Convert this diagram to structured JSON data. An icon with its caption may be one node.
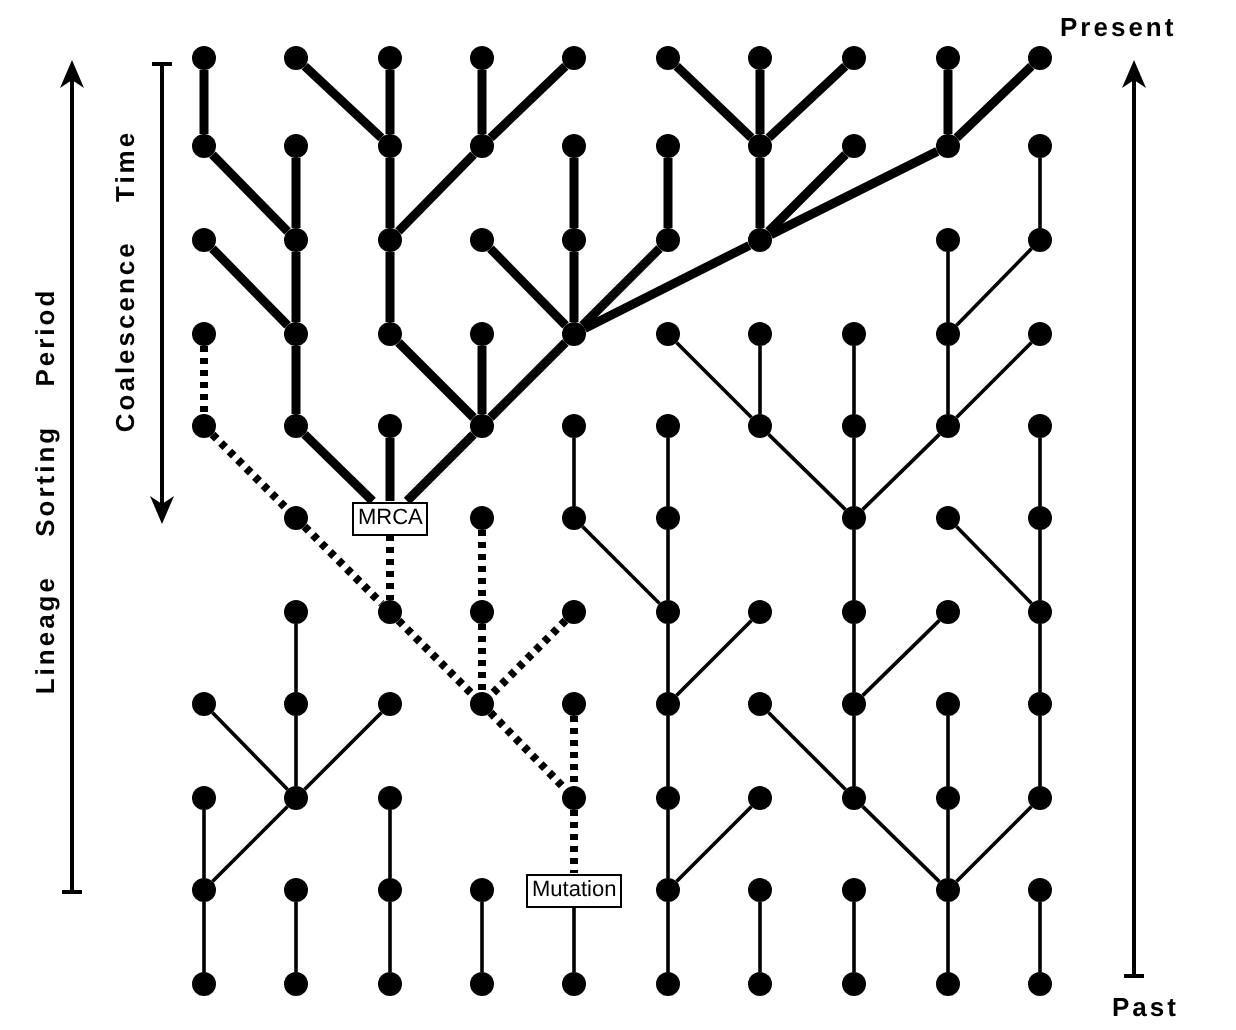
{
  "diagram": {
    "nodes": [
      {
        "text": [],
        "shape": "circle"
      },
      {
        "text": [],
        "shape": "circle"
      },
      {
        "text": [],
        "shape": "circle"
      },
      {
        "text": [],
        "shape": "circle"
      },
      {
        "text": [],
        "shape": "circle"
      },
      {
        "text": [],
        "shape": "circle"
      },
      {
        "text": [],
        "shape": "circle"
      },
      {
        "text": [],
        "shape": "circle"
      },
      {
        "text": [],
        "shape": "circle"
      },
      {
        "text": [],
        "shape": "circle"
      },
      {
        "text": [],
        "shape": "circle"
      },
      {
        "text": [],
        "shape": "circle"
      },
      {
        "text": [],
        "shape": "circle"
      },
      {
        "text": [],
        "shape": "circle"
      },
      {
        "text": [],
        "shape": "circle"
      },
      {
        "text": [],
        "shape": "circle"
      },
      {
        "text": [],
        "shape": "circle"
      },
      {
        "text": [],
        "shape": "circle"
      },
      {
        "text": [],
        "shape": "circle"
      },
      {
        "text": [],
        "shape": "circle"
      },
      {
        "text": [],
        "shape": "circle"
      },
      {
        "text": [],
        "shape": "circle"
      },
      {
        "text": [],
        "shape": "circle"
      },
      {
        "text": [],
        "shape": "circle"
      },
      {
        "text": [],
        "shape": "circle"
      },
      {
        "text": [],
        "shape": "circle"
      },
      {
        "text": [],
        "shape": "circle"
      },
      {
        "text": [],
        "shape": "circle"
      },
      {
        "text": [],
        "shape": "circle"
      },
      {
        "text": [],
        "shape": "circle"
      },
      {
        "text": [],
        "shape": "circle"
      },
      {
        "text": [],
        "shape": "circle"
      },
      {
        "text": [],
        "shape": "circle"
      },
      {
        "text": [],
        "shape": "circle"
      },
      {
        "text": [],
        "shape": "circle"
      },
      {
        "text": [],
        "shape": "circle"
      },
      {
        "text": [],
        "shape": "circle"
      },
      {
        "text": [],
        "shape": "circle"
      },
      {
        "text": [],
        "shape": "circle"
      },
      {
        "text": [],
        "shape": "circle"
      },
      {
        "text": [],
        "shape": "circle"
      },
      {
        "text": [],
        "shape": "circle"
      },
      {
        "text": [],
        "shape": "circle"
      },
      {
        "text": [],
        "shape": "circle"
      },
      {
        "text": [],
        "shape": "circle"
      },
      {
        "text": [],
        "shape": "circle"
      },
      {
        "text": [],
        "shape": "circle"
      },
      {
        "text": [],
        "shape": "circle"
      },
      {
        "text": [],
        "shape": "circle"
      },
      {
        "text": [],
        "shape": "circle"
      },
      {
        "text": [
          "MRCA"
        ]
      },
      {
        "text": [],
        "shape": "circle"
      },
      {
        "text": [],
        "shape": "circle"
      },
      {
        "text": [],
        "shape": "circle"
      },
      {
        "text": [],
        "shape": "circle"
      },
      {
        "text": [],
        "shape": "circle"
      },
      {
        "text": [],
        "shape": "circle"
      },
      {
        "text": [],
        "shape": "circle"
      },
      {
        "text": [],
        "shape": "circle"
      },
      {
        "text": [],
        "shape": "circle"
      },
      {
        "text": [],
        "shape": "circle"
      },
      {
        "text": [],
        "shape": "circle"
      },
      {
        "text": [],
        "shape": "circle"
      },
      {
        "text": [],
        "shape": "circle"
      },
      {
        "text": [],
        "shape": "circle"
      },
      {
        "text": [],
        "shape": "circle"
      },
      {
        "text": [],
        "shape": "circle"
      },
      {
        "text": [],
        "shape": "circle"
      },
      {
        "text": [],
        "shape": "circle"
      },
      {
        "text": [],
        "shape": "circle"
      },
      {
        "text": [],
        "shape": "circle"
      },
      {
        "text": [],
        "shape": "circle"
      },
      {
        "text": [],
        "shape": "circle"
      },
      {
        "text": [],
        "shape": "circle"
      },
      {
        "text": [],
        "shape": "circle"
      },
      {
        "text": [],
        "shape": "circle"
      },
      {
        "text": [],
        "shape": "circle"
      },
      {
        "text": [],
        "shape": "circle"
      },
      {
        "text": [],
        "shape": "circle"
      },
      {
        "text": [],
        "shape": "circle"
      },
      {
        "text": [],
        "shape": "circle"
      },
      {
        "text": [],
        "shape": "circle"
      },
      {
        "text": [],
        "shape": "circle"
      },
      {
        "text": [],
        "shape": "circle"
      },
      {
        "text": [],
        "shape": "circle"
      },
      {
        "text": [],
        "shape": "circle"
      },
      {
        "text": [],
        "shape": "circle"
      },
      {
        "text": [],
        "shape": "circle"
      },
      {
        "text": [],
        "shape": "circle"
      },
      {
        "text": [
          "Mutation"
        ]
      },
      {
        "text": [],
        "shape": "circle"
      },
      {
        "text": [],
        "shape": "circle"
      },
      {
        "text": [],
        "shape": "circle"
      },
      {
        "text": [],
        "shape": "circle"
      },
      {
        "text": [],
        "shape": "circle"
      },
      {
        "text": [],
        "shape": "circle"
      },
      {
        "text": [],
        "shape": "circle"
      },
      {
        "text": [],
        "shape": "circle"
      },
      {
        "text": [],
        "shape": "circle"
      },
      {
        "text": [],
        "shape": "circle"
      },
      {
        "text": [],
        "shape": "circle"
      },
      {
        "text": [],
        "shape": "circle"
      },
      {
        "text": [],
        "shape": "circle"
      },
      {
        "text": [],
        "shape": "circle"
      },
      {
        "text": [],
        "shape": "circle"
      }
    ],
    "edges": [
      {
        "from": 0,
        "to": 10,
        "arrow": "none",
        "style": "thick"
      },
      {
        "from": 1,
        "to": 12,
        "arrow": "none",
        "style": "thick"
      },
      {
        "from": 2,
        "to": 12,
        "arrow": "none",
        "style": "thick"
      },
      {
        "from": 3,
        "to": 13,
        "arrow": "none",
        "style": "thick"
      },
      {
        "from": 4,
        "to": 13,
        "arrow": "none",
        "style": "thick"
      },
      {
        "from": 5,
        "to": 16,
        "arrow": "none",
        "style": "thick"
      },
      {
        "from": 6,
        "to": 16,
        "arrow": "none",
        "style": "thick"
      },
      {
        "from": 7,
        "to": 16,
        "arrow": "none",
        "style": "thick"
      },
      {
        "from": 8,
        "to": 18,
        "arrow": "none",
        "style": "thick"
      },
      {
        "from": 9,
        "to": 18,
        "arrow": "none",
        "style": "thick"
      },
      {
        "from": 10,
        "to": 21,
        "arrow": "none",
        "style": "thick"
      },
      {
        "from": 11,
        "to": 21,
        "arrow": "none",
        "style": "thick"
      },
      {
        "from": 12,
        "to": 22,
        "arrow": "none",
        "style": "thick"
      },
      {
        "from": 13,
        "to": 22,
        "arrow": "none",
        "style": "thick"
      },
      {
        "from": 14,
        "to": 24,
        "arrow": "none",
        "style": "thick"
      },
      {
        "from": 15,
        "to": 25,
        "arrow": "none",
        "style": "thick"
      },
      {
        "from": 16,
        "to": 26,
        "arrow": "none",
        "style": "thick"
      },
      {
        "from": 17,
        "to": 26,
        "arrow": "none",
        "style": "thick"
      },
      {
        "from": 18,
        "to": 26,
        "arrow": "none",
        "style": "thick"
      },
      {
        "from": 19,
        "to": 28,
        "arrow": "none"
      },
      {
        "from": 20,
        "to": 30,
        "arrow": "none",
        "style": "thick"
      },
      {
        "from": 21,
        "to": 30,
        "arrow": "none",
        "style": "thick"
      },
      {
        "from": 22,
        "to": 31,
        "arrow": "none",
        "style": "thick"
      },
      {
        "from": 23,
        "to": 33,
        "arrow": "none",
        "style": "thick"
      },
      {
        "from": 24,
        "to": 33,
        "arrow": "none",
        "style": "thick"
      },
      {
        "from": 25,
        "to": 33,
        "arrow": "none",
        "style": "thick"
      },
      {
        "from": 26,
        "to": 33,
        "arrow": "none",
        "style": "thick"
      },
      {
        "from": 27,
        "to": 37,
        "arrow": "none"
      },
      {
        "from": 28,
        "to": 37,
        "arrow": "none"
      },
      {
        "from": 29,
        "to": 39,
        "arrow": "none",
        "style": "dashed"
      },
      {
        "from": 30,
        "to": 40,
        "arrow": "none",
        "style": "thick"
      },
      {
        "from": 31,
        "to": 42,
        "arrow": "none",
        "style": "thick"
      },
      {
        "from": 32,
        "to": 42,
        "arrow": "none",
        "style": "thick"
      },
      {
        "from": 33,
        "to": 42,
        "arrow": "none",
        "style": "thick"
      },
      {
        "from": 34,
        "to": 45,
        "arrow": "none"
      },
      {
        "from": 35,
        "to": 45,
        "arrow": "none"
      },
      {
        "from": 36,
        "to": 46,
        "arrow": "none"
      },
      {
        "from": 37,
        "to": 47,
        "arrow": "none"
      },
      {
        "from": 38,
        "to": 47,
        "arrow": "none"
      },
      {
        "from": 39,
        "to": 49,
        "arrow": "none",
        "style": "dashed"
      },
      {
        "from": 40,
        "to": 50,
        "arrow": "none",
        "style": "thick"
      },
      {
        "from": 41,
        "to": 50,
        "arrow": "none",
        "style": "thick"
      },
      {
        "from": 42,
        "to": 50,
        "arrow": "none",
        "style": "thick"
      },
      {
        "from": 43,
        "to": 52,
        "arrow": "none"
      },
      {
        "from": 44,
        "to": 53,
        "arrow": "none"
      },
      {
        "from": 45,
        "to": 54,
        "arrow": "none"
      },
      {
        "from": 46,
        "to": 54,
        "arrow": "none"
      },
      {
        "from": 47,
        "to": 54,
        "arrow": "none"
      },
      {
        "from": 48,
        "to": 56,
        "arrow": "none"
      },
      {
        "from": 49,
        "to": 58,
        "arrow": "none",
        "style": "dashed"
      },
      {
        "from": 50,
        "to": 58,
        "arrow": "none",
        "style": "dashed"
      },
      {
        "from": 51,
        "to": 59,
        "arrow": "none",
        "style": "dashed"
      },
      {
        "from": 52,
        "to": 61,
        "arrow": "none"
      },
      {
        "from": 53,
        "to": 61,
        "arrow": "none"
      },
      {
        "from": 54,
        "to": 63,
        "arrow": "none"
      },
      {
        "from": 55,
        "to": 65,
        "arrow": "none"
      },
      {
        "from": 56,
        "to": 65,
        "arrow": "none"
      },
      {
        "from": 57,
        "to": 67,
        "arrow": "none"
      },
      {
        "from": 58,
        "to": 69,
        "arrow": "none",
        "style": "dashed"
      },
      {
        "from": 59,
        "to": 69,
        "arrow": "none",
        "style": "dashed"
      },
      {
        "from": 60,
        "to": 69,
        "arrow": "none",
        "style": "dashed"
      },
      {
        "from": 61,
        "to": 71,
        "arrow": "none"
      },
      {
        "from": 62,
        "to": 71,
        "arrow": "none"
      },
      {
        "from": 63,
        "to": 73,
        "arrow": "none"
      },
      {
        "from": 64,
        "to": 73,
        "arrow": "none"
      },
      {
        "from": 65,
        "to": 75,
        "arrow": "none"
      },
      {
        "from": 66,
        "to": 77,
        "arrow": "none"
      },
      {
        "from": 67,
        "to": 77,
        "arrow": "none"
      },
      {
        "from": 68,
        "to": 77,
        "arrow": "none"
      },
      {
        "from": 69,
        "to": 79,
        "arrow": "none",
        "style": "dashed"
      },
      {
        "from": 70,
        "to": 79,
        "arrow": "none",
        "style": "dashed"
      },
      {
        "from": 71,
        "to": 80,
        "arrow": "none"
      },
      {
        "from": 72,
        "to": 82,
        "arrow": "none"
      },
      {
        "from": 73,
        "to": 82,
        "arrow": "none"
      },
      {
        "from": 74,
        "to": 83,
        "arrow": "none"
      },
      {
        "from": 75,
        "to": 84,
        "arrow": "none"
      },
      {
        "from": 76,
        "to": 85,
        "arrow": "none"
      },
      {
        "from": 77,
        "to": 85,
        "arrow": "none"
      },
      {
        "from": 78,
        "to": 87,
        "arrow": "none"
      },
      {
        "from": 79,
        "to": 89,
        "arrow": "none",
        "style": "dashed"
      },
      {
        "from": 80,
        "to": 90,
        "arrow": "none"
      },
      {
        "from": 81,
        "to": 90,
        "arrow": "none"
      },
      {
        "from": 82,
        "to": 93,
        "arrow": "none"
      },
      {
        "from": 83,
        "to": 93,
        "arrow": "none"
      },
      {
        "from": 84,
        "to": 93,
        "arrow": "none"
      },
      {
        "from": 85,
        "to": 95,
        "arrow": "none"
      },
      {
        "from": 86,
        "to": 96,
        "arrow": "none"
      },
      {
        "from": 87,
        "to": 97,
        "arrow": "none"
      },
      {
        "from": 88,
        "to": 98,
        "arrow": "none"
      },
      {
        "from": 89,
        "to": 99,
        "arrow": "none"
      },
      {
        "from": 90,
        "to": 100,
        "arrow": "none"
      },
      {
        "from": 91,
        "to": 101,
        "arrow": "none"
      },
      {
        "from": 92,
        "to": 102,
        "arrow": "none"
      },
      {
        "from": 93,
        "to": 103,
        "arrow": "none"
      },
      {
        "from": 94,
        "to": 104,
        "arrow": "none"
      }
    ],
    "labels": [
      "Present",
      "Lineage Sorting Period",
      "Coalescence Time",
      "Past"
    ]
  }
}
